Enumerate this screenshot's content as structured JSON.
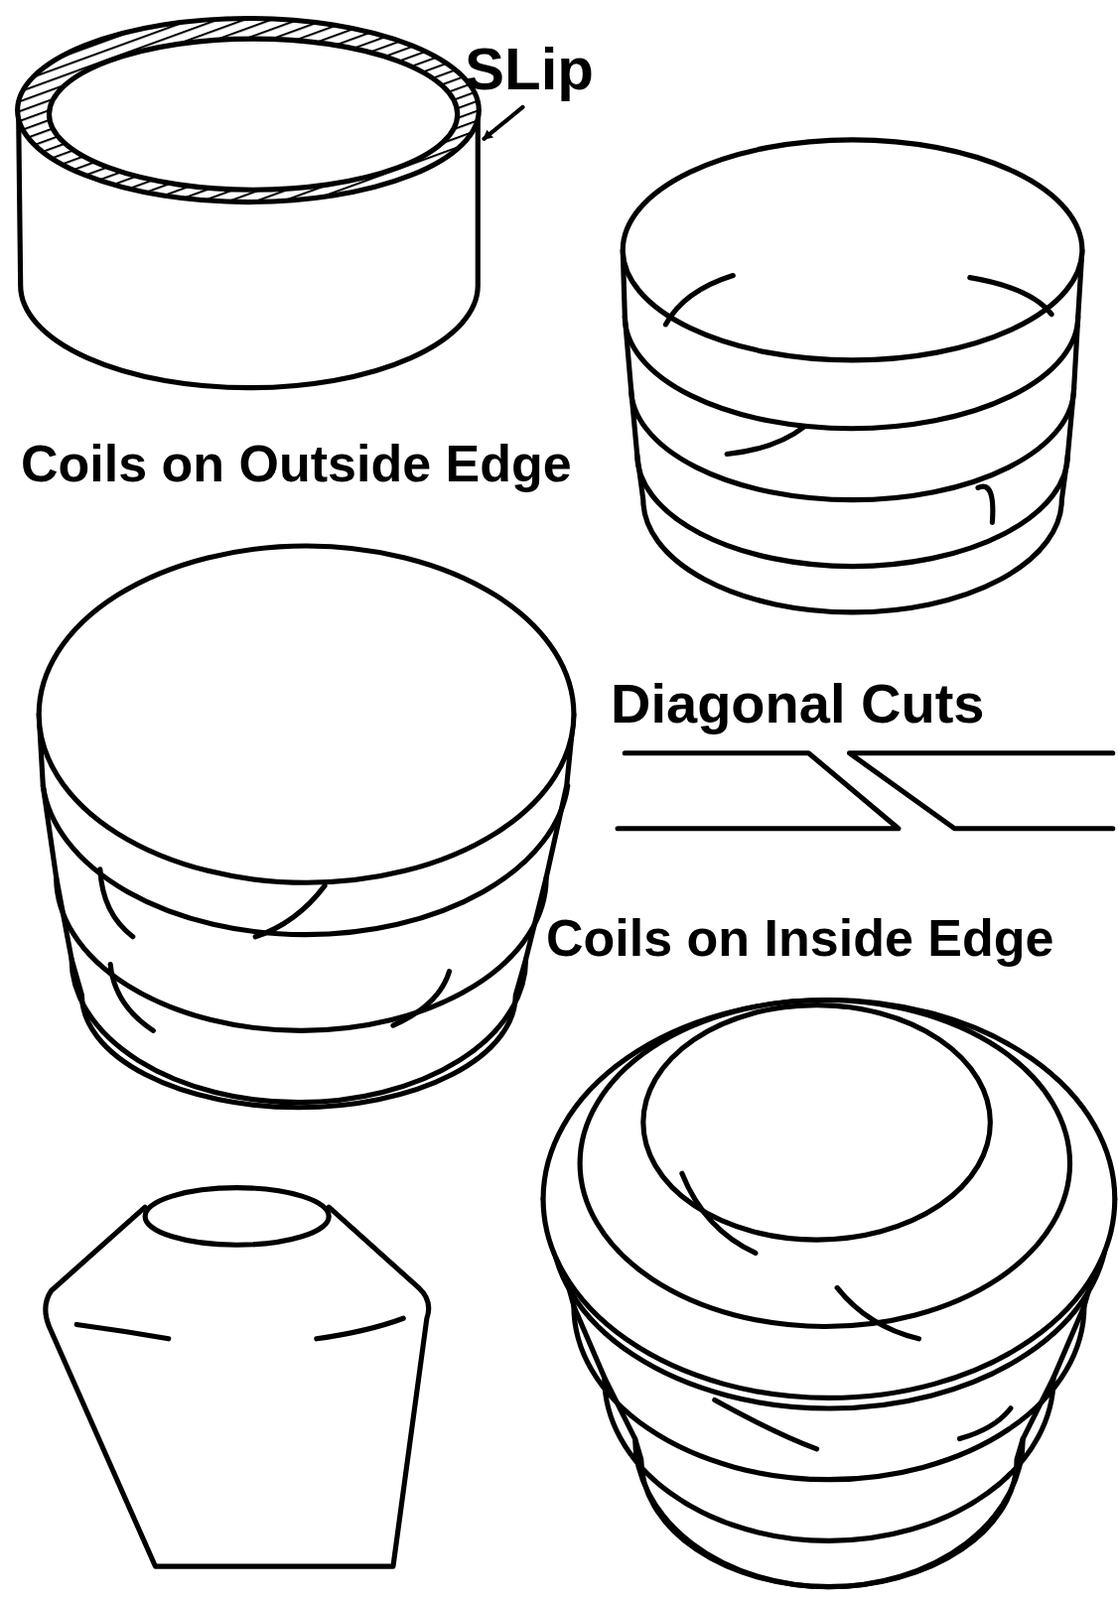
{
  "diagram": {
    "labels": [
      "SLip",
      "Coils on Outside Edge",
      "Diagonal Cuts",
      "Coils on Inside Edge"
    ]
  }
}
